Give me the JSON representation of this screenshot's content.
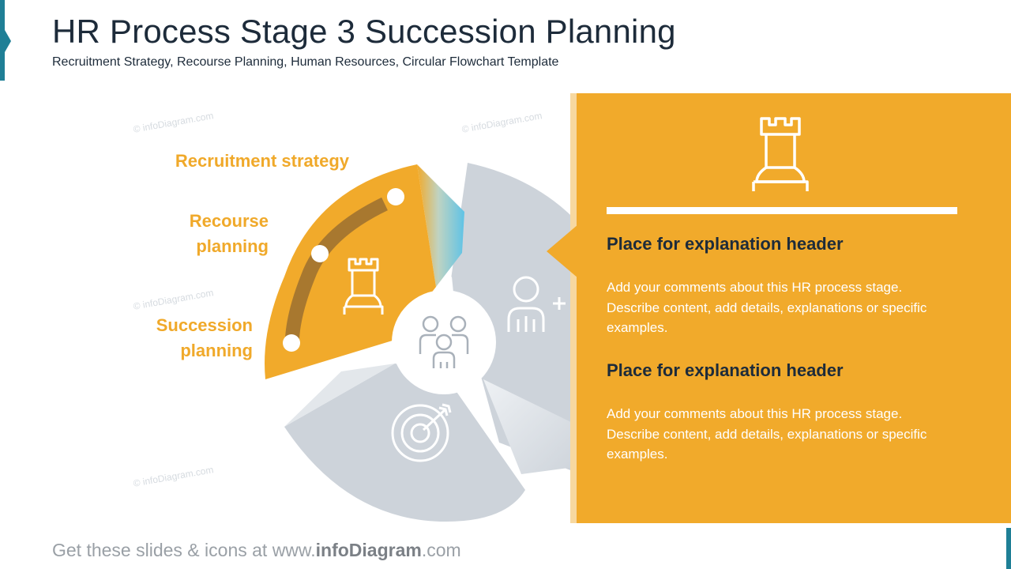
{
  "header": {
    "title": "HR Process Stage 3 Succession Planning",
    "subtitle": "Recruitment Strategy, Recourse Planning, Human Resources, Circular Flowchart Template"
  },
  "watermark": "© infoDiagram.com",
  "stages": {
    "recruitment": "Recruitment strategy",
    "recourse": "Recourse\nplanning",
    "succession": "Succession\nplanning"
  },
  "panel": {
    "icon": "chess-rook-icon",
    "sections": [
      {
        "header": "Place for explanation header",
        "body": "Add your comments about this HR process stage. Describe content, add details, explanations or specific examples."
      },
      {
        "header": "Place for explanation header",
        "body": "Add your comments about this HR process stage. Describe content, add details, explanations or specific examples."
      }
    ]
  },
  "icons": {
    "center": "team-icon",
    "right_segment": "add-person-icon",
    "bottom_segment": "target-icon",
    "orange_segment": "chess-rook-icon"
  },
  "colors": {
    "accent": "#f1aa2b",
    "label": "#f0a92a",
    "segment_gray": "#cdd3da",
    "dark_text": "#1d2b3a",
    "brand_teal": "#1f7f96"
  },
  "footer": {
    "prefix": "Get these slides & icons at www.",
    "brand": "infoDiagram",
    "suffix": ".com"
  }
}
